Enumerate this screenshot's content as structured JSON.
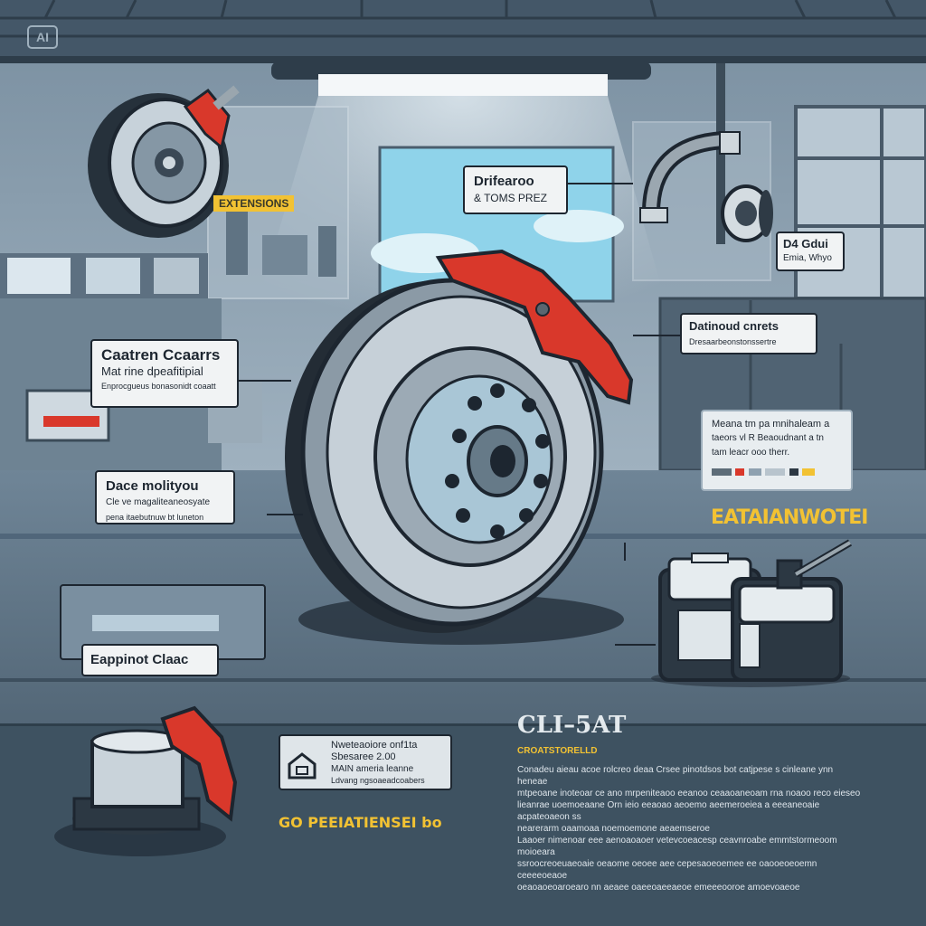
{
  "badge": {
    "label": "AI"
  },
  "header_tag": {
    "text": "EXTENSIONS"
  },
  "callouts": {
    "top_center": {
      "title": "Drifearoo",
      "subtitle": "& TOMS PREZ"
    },
    "right_top": {
      "title": "D4 Gdui",
      "subtitle": "Emia, Whyo"
    },
    "right_middle": {
      "title": "Datinoud cnrets",
      "subtitle": "Dresaarbeonstonssertre"
    },
    "left_top": {
      "title": "Caatren Ccaarrs",
      "line1": "Mat rine dpeafitipial",
      "line2": "Enprocgueus bonasonidt coaatt"
    },
    "left_middle": {
      "title": "Dace molityou",
      "line1": "Cle ve magaliteaneosyate",
      "line2": "pena itaebutnuw bt luneton"
    },
    "right_info": {
      "line1": "Meana tm pa mnihaleam a",
      "line2": "taeors vl R Beaoudnant a tn",
      "line3": "tam leacr ooo therr."
    },
    "left_bottom": {
      "title": "Eappinot Claac"
    },
    "box_bottom": {
      "line1": "Nweteaoiore onf1ta",
      "line2": "Sbesaree 2.00",
      "line3": "MAIN ameria leanne",
      "line4": "Ldvang ngsoaeadcoabers"
    }
  },
  "headlines": {
    "yellow_right": "EATAIANWOTEI",
    "yellow_bottom": "GO PEEIATIENSEI bo",
    "section_title": "CLI–5AT",
    "section_subtitle": "CROATSTORELLD"
  },
  "body_text": [
    "Conadeu aieau acoe rolcreo deaa Crsee pinotdsos bot catjpese s cinleane ynn heneae",
    "mtpeoane inoteoar ce ano mrpeniteaoo eeanoo ceaaoaneoam rna noaoo reco eieseo",
    "lieanrae uoemoeaane Orn ieio eeaoao aeoemo aeemeroeiea a eeeaneoaie acpateoaeon ss",
    "nearerarm oaamoaa noemoemone aeaemseroe",
    "Laaoer nimenoar eee aenoaoaoer vetevcoeacesp ceavnroabe emmtstormeoom moioeara",
    "ssroocreoeuaeoaie oeaome oeoee aee cepesaoeoemee ee oaooeoeoemn ceeeeoeaoe",
    "oeaoaoeoaroearo nn aeaee oaeeoaeeaeoe emeeeooroe amoevoaeoe"
  ],
  "colors": {
    "caliper": "#d9382b",
    "accent_yellow": "#f2c233",
    "background": "#5d7386",
    "outline": "#1d2630"
  },
  "icons": [
    "ai-badge-icon",
    "brake-disc-icon",
    "caliper-icon",
    "hose-icon",
    "bearing-icon",
    "fluid-bottle-icon",
    "house-icon"
  ]
}
